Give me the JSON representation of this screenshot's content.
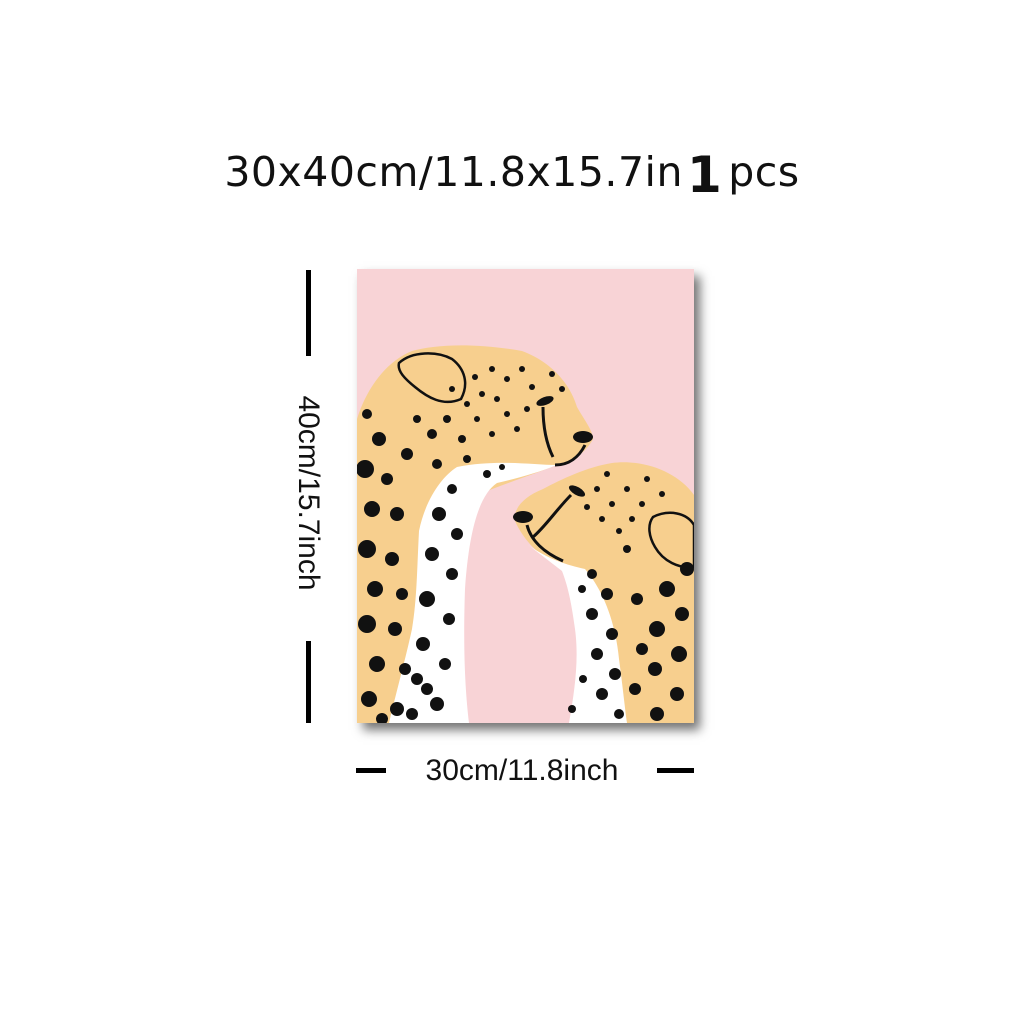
{
  "header": {
    "size_text": "30x40cm/11.8x15.7in",
    "quantity": "1",
    "unit": "pcs"
  },
  "dimensions": {
    "height_label": "40cm/15.7inch",
    "width_label": "30cm/11.8inch"
  },
  "artwork": {
    "subject": "two cheetahs",
    "colors": {
      "background": "#f8d3d6",
      "fur": "#f7cf8e",
      "throat": "#ffffff",
      "spots": "#000000"
    }
  }
}
